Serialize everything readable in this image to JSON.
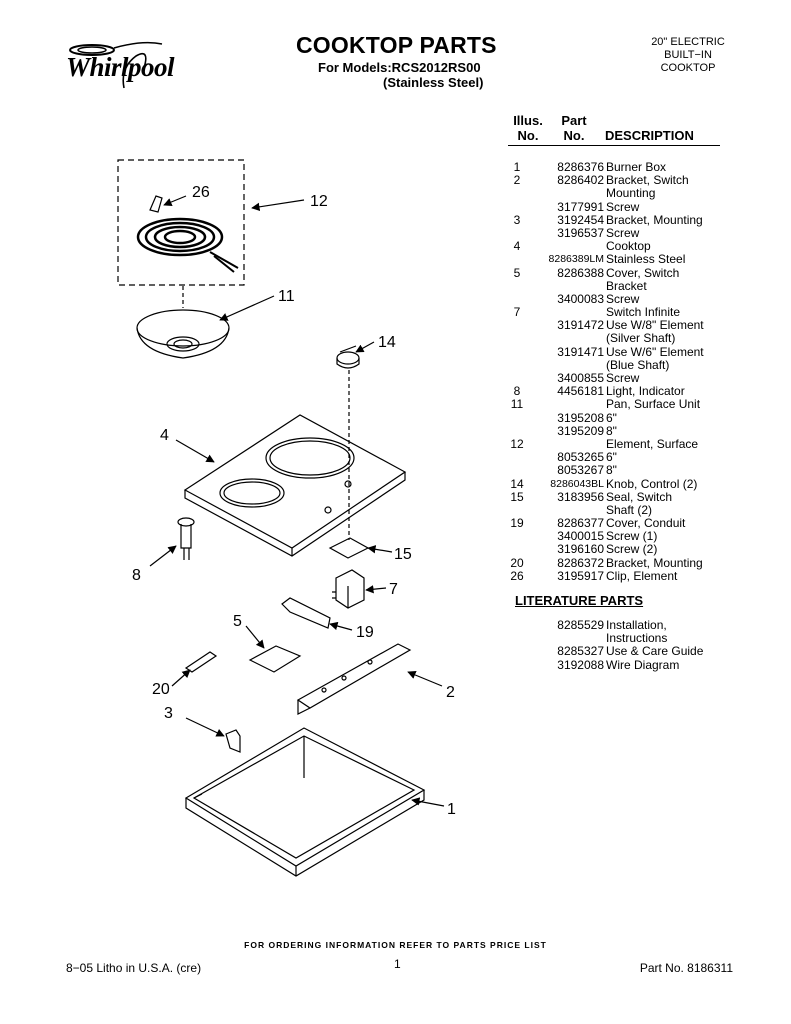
{
  "header": {
    "brand": "Whirlpool",
    "title": "COOKTOP PARTS",
    "models": "For Models:RCS2012RS00",
    "finish": "(Stainless Steel)",
    "type_lines": [
      "20\" ELECTRIC",
      "BUILT−IN",
      "COOKTOP"
    ]
  },
  "columns": {
    "illus_1": "Illus.",
    "illus_2": "No.",
    "part_1": "Part",
    "part_2": "No.",
    "description": "DESCRIPTION"
  },
  "parts": [
    {
      "illus": "1",
      "part": "8286376",
      "desc": "Burner Box"
    },
    {
      "illus": "2",
      "part": "8286402",
      "desc": "Bracket, Switch"
    },
    {
      "illus": "",
      "part": "",
      "desc": "Mounting"
    },
    {
      "illus": "",
      "part": "3177991",
      "desc": "Screw"
    },
    {
      "illus": "3",
      "part": "3192454",
      "desc": "Bracket, Mounting"
    },
    {
      "illus": "",
      "part": "3196537",
      "desc": "Screw"
    },
    {
      "illus": "4",
      "part": "",
      "desc": "Cooktop"
    },
    {
      "illus": "",
      "part": "8286389LM",
      "desc": "Stainless Steel",
      "small": true
    },
    {
      "illus": "5",
      "part": "8286388",
      "desc": "Cover, Switch"
    },
    {
      "illus": "",
      "part": "",
      "desc": "Bracket"
    },
    {
      "illus": "",
      "part": "3400083",
      "desc": "Screw"
    },
    {
      "illus": "7",
      "part": "",
      "desc": "Switch Infinite"
    },
    {
      "illus": "",
      "part": "3191472",
      "desc": "Use W/8\" Element"
    },
    {
      "illus": "",
      "part": "",
      "desc": "(Silver Shaft)"
    },
    {
      "illus": "",
      "part": "3191471",
      "desc": "Use W/6\" Element"
    },
    {
      "illus": "",
      "part": "",
      "desc": "(Blue Shaft)"
    },
    {
      "illus": "",
      "part": "3400855",
      "desc": "Screw"
    },
    {
      "illus": "8",
      "part": "4456181",
      "desc": "Light, Indicator"
    },
    {
      "illus": "11",
      "part": "",
      "desc": "Pan, Surface Unit"
    },
    {
      "illus": "",
      "part": "3195208",
      "desc": "6\""
    },
    {
      "illus": "",
      "part": "3195209",
      "desc": "8\""
    },
    {
      "illus": "12",
      "part": "",
      "desc": "Element, Surface"
    },
    {
      "illus": "",
      "part": "8053265",
      "desc": "6\""
    },
    {
      "illus": "",
      "part": "8053267",
      "desc": "8\""
    },
    {
      "illus": "14",
      "part": "8286043BL",
      "desc": "Knob, Control (2)",
      "small": true
    },
    {
      "illus": "15",
      "part": "3183956",
      "desc": "Seal, Switch"
    },
    {
      "illus": "",
      "part": "",
      "desc": "Shaft (2)"
    },
    {
      "illus": "19",
      "part": "8286377",
      "desc": "Cover, Conduit"
    },
    {
      "illus": "",
      "part": "3400015",
      "desc": "Screw (1)"
    },
    {
      "illus": "",
      "part": "3196160",
      "desc": "Screw (2)"
    },
    {
      "illus": "20",
      "part": "8286372",
      "desc": "Bracket, Mounting"
    },
    {
      "illus": "26",
      "part": "3195917",
      "desc": "Clip, Element"
    }
  ],
  "literature": {
    "heading": "LITERATURE PARTS",
    "items": [
      {
        "part": "8285529",
        "desc": "Installation,"
      },
      {
        "part": "",
        "desc": "Instructions"
      },
      {
        "part": "8285327",
        "desc": "Use & Care Guide"
      },
      {
        "part": "3192088",
        "desc": "Wire Diagram"
      }
    ]
  },
  "diagram": {
    "callouts": [
      "26",
      "12",
      "11",
      "14",
      "4",
      "15",
      "8",
      "7",
      "5",
      "19",
      "2",
      "20",
      "3",
      "1"
    ]
  },
  "footer": {
    "order_note": "FOR ORDERING INFORMATION REFER TO PARTS PRICE LIST",
    "litho": "8−05 Litho in U.S.A. (cre)",
    "page": "1",
    "part_no": "Part No. 8186311"
  }
}
